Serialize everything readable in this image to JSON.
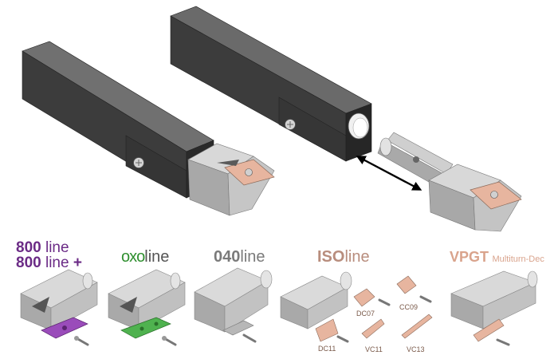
{
  "colors": {
    "holder_top": "#6a6a6a",
    "holder_front": "#3a3a3a",
    "holder_side": "#2a2a2a",
    "steel_light": "#dedede",
    "steel_mid": "#bdbdbd",
    "steel_dark": "#8e8e8e",
    "carbide": "#e7b59f",
    "purple": "#6b2b86",
    "green": "#2f8f2f",
    "gray_text": "#7a7a7a",
    "iso_color": "#b88d7d",
    "vpgt_color": "#d9a38c"
  },
  "lines": {
    "line800": {
      "num": "800",
      "word": " line"
    },
    "line800plus": {
      "num": "800",
      "word": " line",
      "plus": "+"
    },
    "oxo": {
      "mark": "oxo",
      "word": "line"
    },
    "l040": {
      "num": "040",
      "word": "line"
    },
    "iso": {
      "num": "ISO",
      "word": "line"
    },
    "vpgt": {
      "num": "VPGT",
      "sub": "Multiturn-Dec"
    }
  },
  "insert_codes": {
    "dc07": "DC07",
    "cc09": "CC09",
    "dc11": "DC11",
    "vc11": "VC11",
    "vc13": "VC13"
  }
}
